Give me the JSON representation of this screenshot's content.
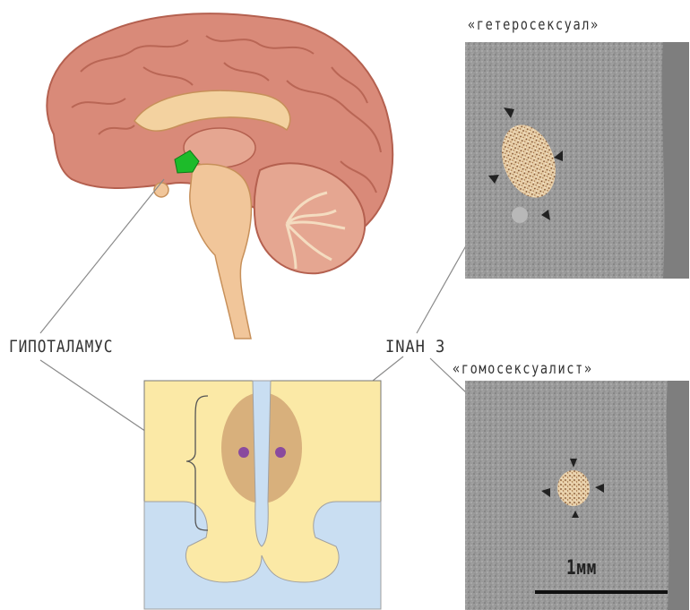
{
  "labels": {
    "hypothalamus": "ГИПОТАЛАМУС",
    "inah": "INAH 3",
    "hetero": "«гетеросексуал»",
    "homo": "«гомосексуалист»",
    "scale": "1мм"
  },
  "colors": {
    "brain": "#d9897a",
    "brain_dark": "#b4604f",
    "highlight": "#1dbb2a",
    "yellow": "#fbe9a6",
    "blue": "#c9def2",
    "nucleus_region": "#d8b07c",
    "dots": "#8a4a9e",
    "micrograph": "#9c9c9c"
  }
}
